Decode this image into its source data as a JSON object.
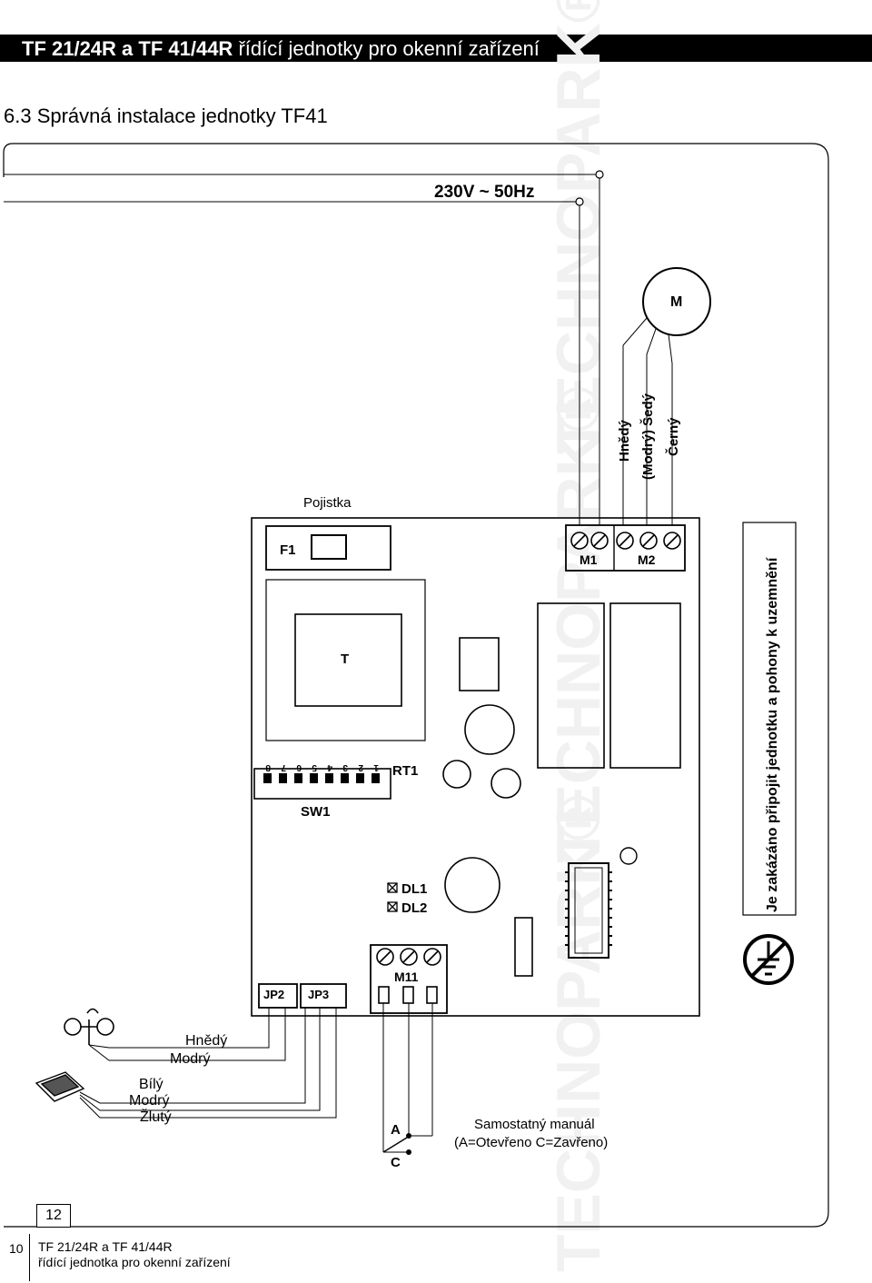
{
  "header": {
    "title_bold": "TF 21/24R a TF 41/44R",
    "title_rest": " řídící jednotky pro okenní zařízení"
  },
  "section": {
    "title": "6.3 Správná instalace jednotky TF41"
  },
  "watermark": {
    "text": "TECHNOPARK®"
  },
  "diagram": {
    "power_label": "230V ~ 50Hz",
    "motor_label": "M",
    "motor_wires": [
      "Hnědý",
      "(Modrý) Šedý",
      "Černý"
    ],
    "fuse_caption": "Pojistka",
    "fuse_label": "F1",
    "transformer_label": "T",
    "dip_switch_label": "SW1",
    "dip_numbers": [
      "8",
      "7",
      "6",
      "5",
      "4",
      "3",
      "2",
      "1"
    ],
    "rt1_label": "RT1",
    "terminal_m1": "M1",
    "terminal_m2": "M2",
    "terminal_m11": "M11",
    "led_dl1": "DL1",
    "led_dl2": "DL2",
    "jumper_jp2": "JP2",
    "jumper_jp3": "JP3",
    "wind_wires": [
      "Hnědý",
      "Modrý"
    ],
    "rain_wires": [
      "Bílý",
      "Modrý",
      "Žlutý"
    ],
    "manual_label": "Samostatný manuál",
    "manual_desc": "(A=Otevřeno C=Zavřeno)",
    "switch_a": "A",
    "switch_c": "C",
    "warning_text": "Je zakázáno připojit jednotku a pohony k uzemnění",
    "page_badge": "12"
  },
  "footer": {
    "page_number": "10",
    "line1": "TF 21/24R a TF 41/44R",
    "line2": "řídící jednotka pro okenní zařízení"
  }
}
